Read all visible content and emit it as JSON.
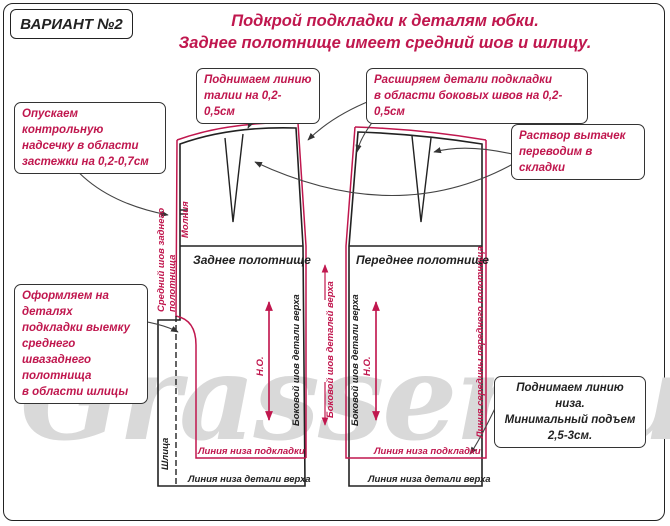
{
  "variant": "ВАРИАНТ №2",
  "title": {
    "line1": "Подкрой подкладки к деталям юбки.",
    "line2": "Заднее полотнище имеет средний шов и шлицу."
  },
  "watermark": "Grasser.ru",
  "notes": {
    "waist_line": [
      "Поднимаем линию",
      "талии на 0,2-0,5см"
    ],
    "side_seams": [
      "Расширяем детали подкладки",
      "в области боковых швов на 0,2-0,5см"
    ],
    "notch": [
      "Опускаем контрольную",
      "надсечку в области",
      "застежки на 0,2-0,7см"
    ],
    "darts": [
      "Раствор вытачек",
      "переводим в складки"
    ],
    "slit": [
      "Оформляем на",
      "деталях",
      "подкладки выемку",
      "среднего швазаднего",
      "полотнища",
      "в области шлицы"
    ],
    "hem": [
      "Поднимаем линию низа.",
      "Минимальный подъем",
      "2,5-3см."
    ]
  },
  "back_panel": {
    "name": "Заднее полотнище",
    "zipper": "Молния",
    "center_seam": [
      "Средний шов заднего",
      "полотнища"
    ],
    "side_seam": "Боковой шов детали верха",
    "grain": "Н.О.",
    "slit": "Шлица",
    "lining_hem": "Линия низа подкладки",
    "outer_hem": "Линия низа детали верха"
  },
  "front_panel": {
    "name": "Переднее полотнище",
    "side_seam": "Боковой шов деталей верха",
    "center_line": "Линия середины переднего полотнища",
    "grain": "Н.О.",
    "lining_hem": "Линия низа подкладки",
    "outer_hem": "Линия низа детали верха"
  },
  "colors": {
    "accent": "#c0174e",
    "line": "#222222",
    "watermark": "#d9d9d9"
  }
}
